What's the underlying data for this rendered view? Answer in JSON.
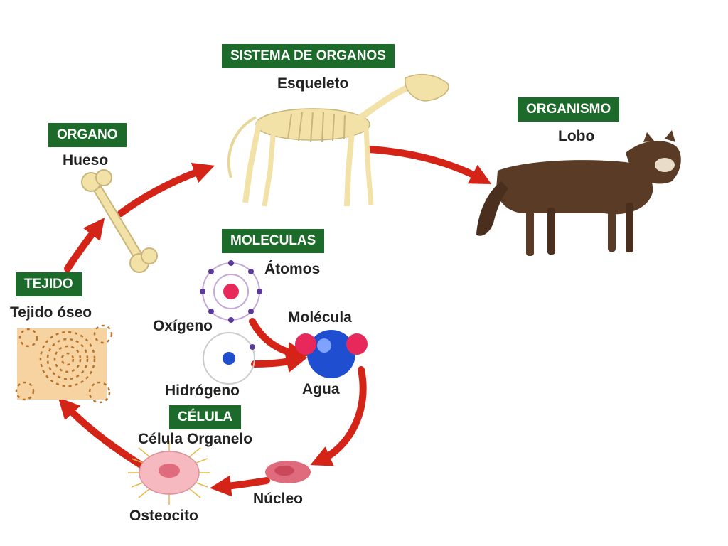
{
  "levels": {
    "sistema": {
      "title": "SISTEMA DE ORGANOS",
      "example": "Esqueleto"
    },
    "organismo": {
      "title": "ORGANISMO",
      "example": "Lobo"
    },
    "organo": {
      "title": "ORGANO",
      "example": "Hueso"
    },
    "tejido": {
      "title": "TEJIDO",
      "example": "Tejido óseo"
    },
    "moleculas": {
      "title": "MOLECULAS",
      "example": "Átomos"
    },
    "celula": {
      "title": "CÉLULA",
      "example": "Célula Organelo"
    }
  },
  "atoms": {
    "oxygen": "Oxígeno",
    "hydrogen": "Hidrógeno"
  },
  "molecule": {
    "label": "Molécula",
    "name": "Agua"
  },
  "organelle": {
    "label": "Núcleo"
  },
  "cell": {
    "label": "Osteocito"
  },
  "colors": {
    "badge": "#1d6b2a",
    "arrow": "#d42418",
    "bone": "#f2e2a8",
    "wolf": "#5a3b26",
    "proton": "#e8285a",
    "oxygen_atom": "#1f4fd0",
    "cell_body": "#f7b9c0"
  }
}
